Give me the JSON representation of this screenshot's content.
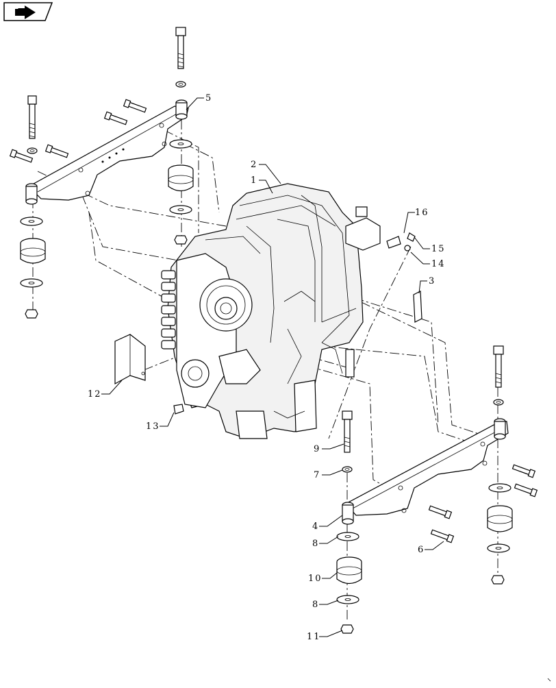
{
  "diagram": {
    "callouts": [
      {
        "id": "c1",
        "text": "1"
      },
      {
        "id": "c2",
        "text": "2"
      },
      {
        "id": "c3",
        "text": "3"
      },
      {
        "id": "c4",
        "text": "4"
      },
      {
        "id": "c5",
        "text": "5"
      },
      {
        "id": "c6",
        "text": "6"
      },
      {
        "id": "c7",
        "text": "7"
      },
      {
        "id": "c8a",
        "text": "8"
      },
      {
        "id": "c8b",
        "text": "8"
      },
      {
        "id": "c9",
        "text": "9"
      },
      {
        "id": "c10",
        "text": "10"
      },
      {
        "id": "c11",
        "text": "11"
      },
      {
        "id": "c12",
        "text": "12"
      },
      {
        "id": "c13",
        "text": "13"
      },
      {
        "id": "c14",
        "text": "14"
      },
      {
        "id": "c15",
        "text": "15"
      },
      {
        "id": "c16",
        "text": "16"
      }
    ]
  },
  "nav": {
    "icon": "next-page-arrow-icon"
  }
}
